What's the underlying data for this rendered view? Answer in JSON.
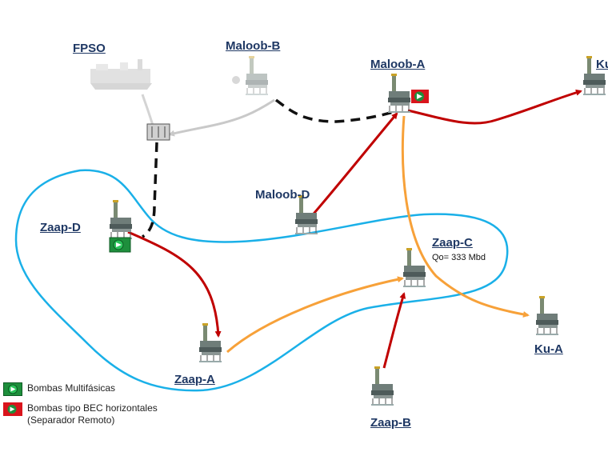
{
  "labels": {
    "fpso": "FPSO",
    "maloob_b": "Maloob-B",
    "maloob_a": "Maloob-A",
    "ku_top": "Ku",
    "maloob_d": "Maloob-D",
    "zaap_d": "Zaap-D",
    "zaap_c": "Zaap-C",
    "zaap_c_sub": "Qo= 333 Mbd",
    "ku_a": "Ku-A",
    "zaap_a": "Zaap-A",
    "zaap_b": "Zaap-B"
  },
  "legend": {
    "multiphase": "Bombas Multifásicas",
    "bec_line1": "Bombas tipo BEC horizontales",
    "bec_line2": "(Separador Remoto)"
  },
  "colors": {
    "label": "#1f3864",
    "red_arrow": "#c00000",
    "orange_arrow": "#f7a139",
    "boundary": "#1ab0e8",
    "dashed": "#111111",
    "gray_pipe": "#c9c9c9",
    "pump_green": "#1e8f3c",
    "pump_red": "#d9141c"
  }
}
